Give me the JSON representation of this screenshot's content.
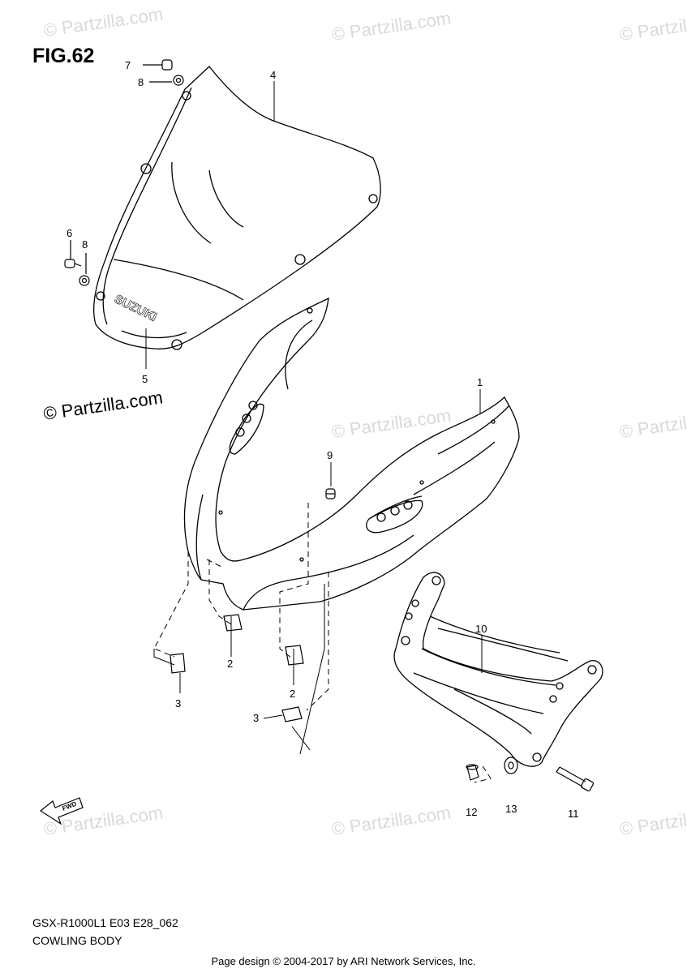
{
  "figure": {
    "title": "FIG.62",
    "model_code": "GSX-R1000L1 E03 E28_062",
    "section_name": "COWLING BODY",
    "copyright_main": "© Partzilla.com",
    "footer_note": "Page design © 2004-2017 by ARI Network Services, Inc.",
    "watermark_text": "© Partzilla.com",
    "windscreen_brand": "SUZUKI",
    "fwd_label": "FWD",
    "line_color": "#000000",
    "watermark_color": "#d9d9d9"
  },
  "callouts": {
    "c1": "1",
    "c2a": "2",
    "c2b": "2",
    "c3a": "3",
    "c3b": "3",
    "c4": "4",
    "c5": "5",
    "c6": "6",
    "c7": "7",
    "c8a": "8",
    "c8b": "8",
    "c9": "9",
    "c10": "10",
    "c11": "11",
    "c12": "12",
    "c13": "13"
  }
}
